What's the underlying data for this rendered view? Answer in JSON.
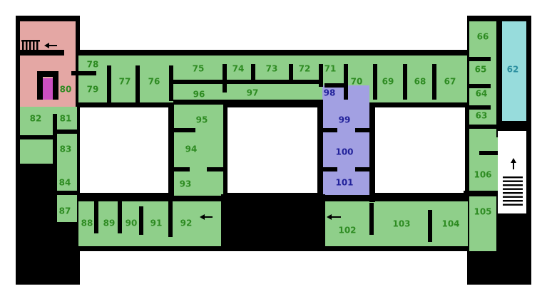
{
  "colors": {
    "background": "#ffffff",
    "wall": "#000000",
    "room_green": "#8fcf8a",
    "room_pink": "#e4a7a4",
    "room_purple": "#a2a0e2",
    "room_cyan": "#97dcdc",
    "magenta": "#cc4fc2",
    "label_green": "#2e8b22",
    "label_blue": "#21219a",
    "label_teal": "#2c8fa0",
    "arrow": "#000000"
  },
  "rooms": [
    {
      "id": "62",
      "label": "62",
      "tone": "teal"
    },
    {
      "id": "63",
      "label": "63",
      "tone": "green"
    },
    {
      "id": "64",
      "label": "64",
      "tone": "green"
    },
    {
      "id": "65",
      "label": "65",
      "tone": "green"
    },
    {
      "id": "66",
      "label": "66",
      "tone": "green"
    },
    {
      "id": "67",
      "label": "67",
      "tone": "green"
    },
    {
      "id": "68",
      "label": "68",
      "tone": "green"
    },
    {
      "id": "69",
      "label": "69",
      "tone": "green"
    },
    {
      "id": "70",
      "label": "70",
      "tone": "green"
    },
    {
      "id": "71",
      "label": "71",
      "tone": "green"
    },
    {
      "id": "72",
      "label": "72",
      "tone": "green"
    },
    {
      "id": "73",
      "label": "73",
      "tone": "green"
    },
    {
      "id": "74",
      "label": "74",
      "tone": "green"
    },
    {
      "id": "75",
      "label": "75",
      "tone": "green"
    },
    {
      "id": "76",
      "label": "76",
      "tone": "green"
    },
    {
      "id": "77",
      "label": "77",
      "tone": "green"
    },
    {
      "id": "78",
      "label": "78",
      "tone": "green"
    },
    {
      "id": "79",
      "label": "79",
      "tone": "green"
    },
    {
      "id": "80",
      "label": "80",
      "tone": "green"
    },
    {
      "id": "81",
      "label": "81",
      "tone": "green"
    },
    {
      "id": "82",
      "label": "82",
      "tone": "green"
    },
    {
      "id": "83",
      "label": "83",
      "tone": "green"
    },
    {
      "id": "84",
      "label": "84",
      "tone": "green"
    },
    {
      "id": "87",
      "label": "87",
      "tone": "green"
    },
    {
      "id": "88",
      "label": "88",
      "tone": "green"
    },
    {
      "id": "89",
      "label": "89",
      "tone": "green"
    },
    {
      "id": "90",
      "label": "90",
      "tone": "green"
    },
    {
      "id": "91",
      "label": "91",
      "tone": "green"
    },
    {
      "id": "92",
      "label": "92",
      "tone": "green"
    },
    {
      "id": "93",
      "label": "93",
      "tone": "green"
    },
    {
      "id": "94",
      "label": "94",
      "tone": "green"
    },
    {
      "id": "95",
      "label": "95",
      "tone": "green"
    },
    {
      "id": "96",
      "label": "96",
      "tone": "green"
    },
    {
      "id": "97",
      "label": "97",
      "tone": "green"
    },
    {
      "id": "98",
      "label": "98",
      "tone": "blue"
    },
    {
      "id": "99",
      "label": "99",
      "tone": "blue"
    },
    {
      "id": "100",
      "label": "100",
      "tone": "blue"
    },
    {
      "id": "101",
      "label": "101",
      "tone": "blue"
    },
    {
      "id": "102",
      "label": "102",
      "tone": "green"
    },
    {
      "id": "103",
      "label": "103",
      "tone": "green"
    },
    {
      "id": "104",
      "label": "104",
      "tone": "green"
    },
    {
      "id": "105",
      "label": "105",
      "tone": "green"
    },
    {
      "id": "106",
      "label": "106",
      "tone": "green"
    }
  ],
  "icons": [
    "stairs-icon",
    "arrow-left-icon",
    "arrow-up-icon"
  ]
}
